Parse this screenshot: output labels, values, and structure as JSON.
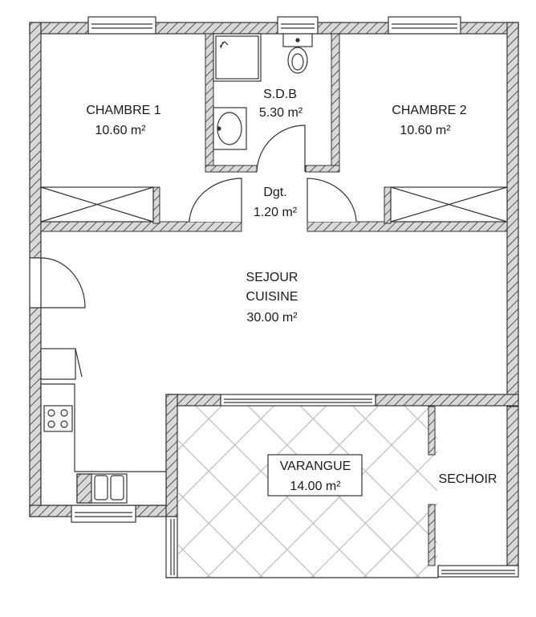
{
  "rooms": {
    "chambre1": {
      "name": "CHAMBRE 1",
      "area": "10.60 m²"
    },
    "sdb": {
      "name": "S.D.B",
      "area": "5.30 m²"
    },
    "chambre2": {
      "name": "CHAMBRE 2",
      "area": "10.60 m²"
    },
    "degagement": {
      "name": "Dgt.",
      "area": "1.20 m²"
    },
    "sejour": {
      "name_line1": "SEJOUR",
      "name_line2": "CUISINE",
      "area": "30.00 m²"
    },
    "varangue": {
      "name": "VARANGUE",
      "area": "14.00 m²"
    },
    "sechoir": {
      "name": "SECHOIR"
    }
  },
  "colors": {
    "wall_fill": "#d9d9d9",
    "wall_stroke": "#333333",
    "hatch": "#333333",
    "tile_line": "#bdbdbd",
    "line": "#333333"
  }
}
